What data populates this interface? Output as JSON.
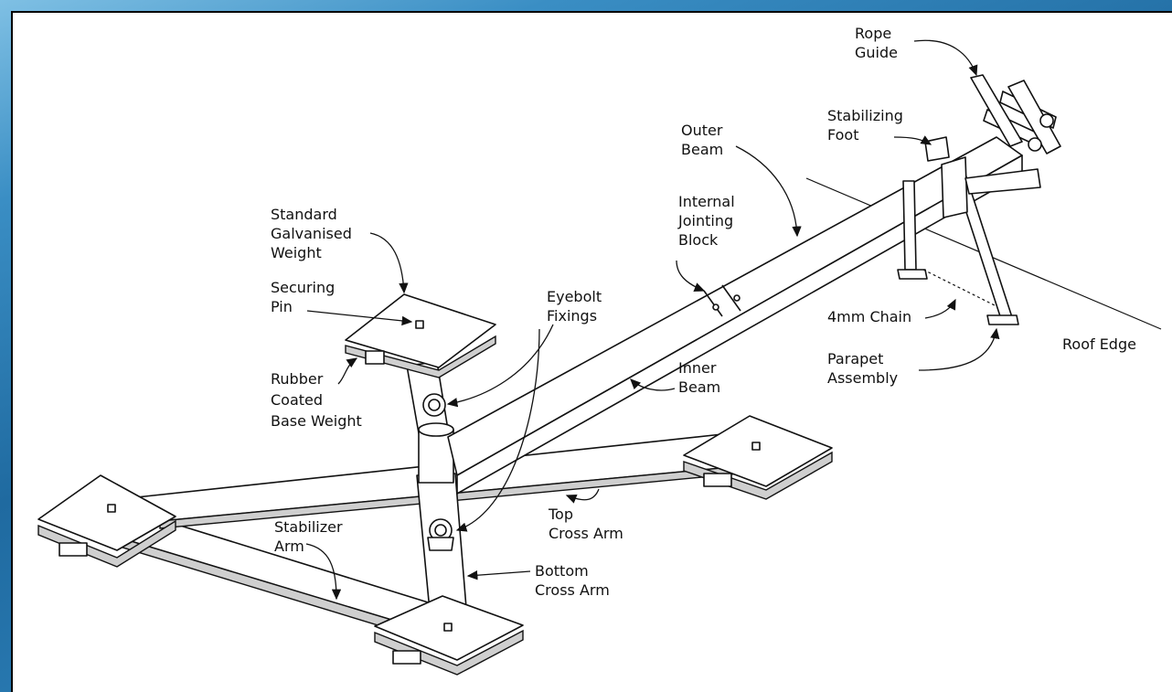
{
  "labels": {
    "rope_guide": [
      "Rope",
      "Guide"
    ],
    "stabilizing_foot": [
      "Stabilizing",
      "Foot"
    ],
    "outer_beam": [
      "Outer",
      "Beam"
    ],
    "internal_jointing_block": [
      "Internal",
      "Jointing",
      "Block"
    ],
    "standard_weight": [
      "Standard",
      "Galvanised",
      "Weight"
    ],
    "securing_pin": [
      "Securing",
      "Pin"
    ],
    "eyebolt_fixings": [
      "Eyebolt",
      "Fixings"
    ],
    "rubber_base_weight": [
      "Rubber",
      "Coated",
      "Base Weight"
    ],
    "inner_beam": [
      "Inner",
      "Beam"
    ],
    "chain": "4mm Chain",
    "parapet_assembly": [
      "Parapet",
      "Assembly"
    ],
    "roof_edge": "Roof Edge",
    "top_cross_arm": [
      "Top",
      "Cross Arm"
    ],
    "stabilizer_arm": [
      "Stabilizer",
      "Arm"
    ],
    "bottom_cross_arm": [
      "Bottom",
      "Cross Arm"
    ]
  }
}
